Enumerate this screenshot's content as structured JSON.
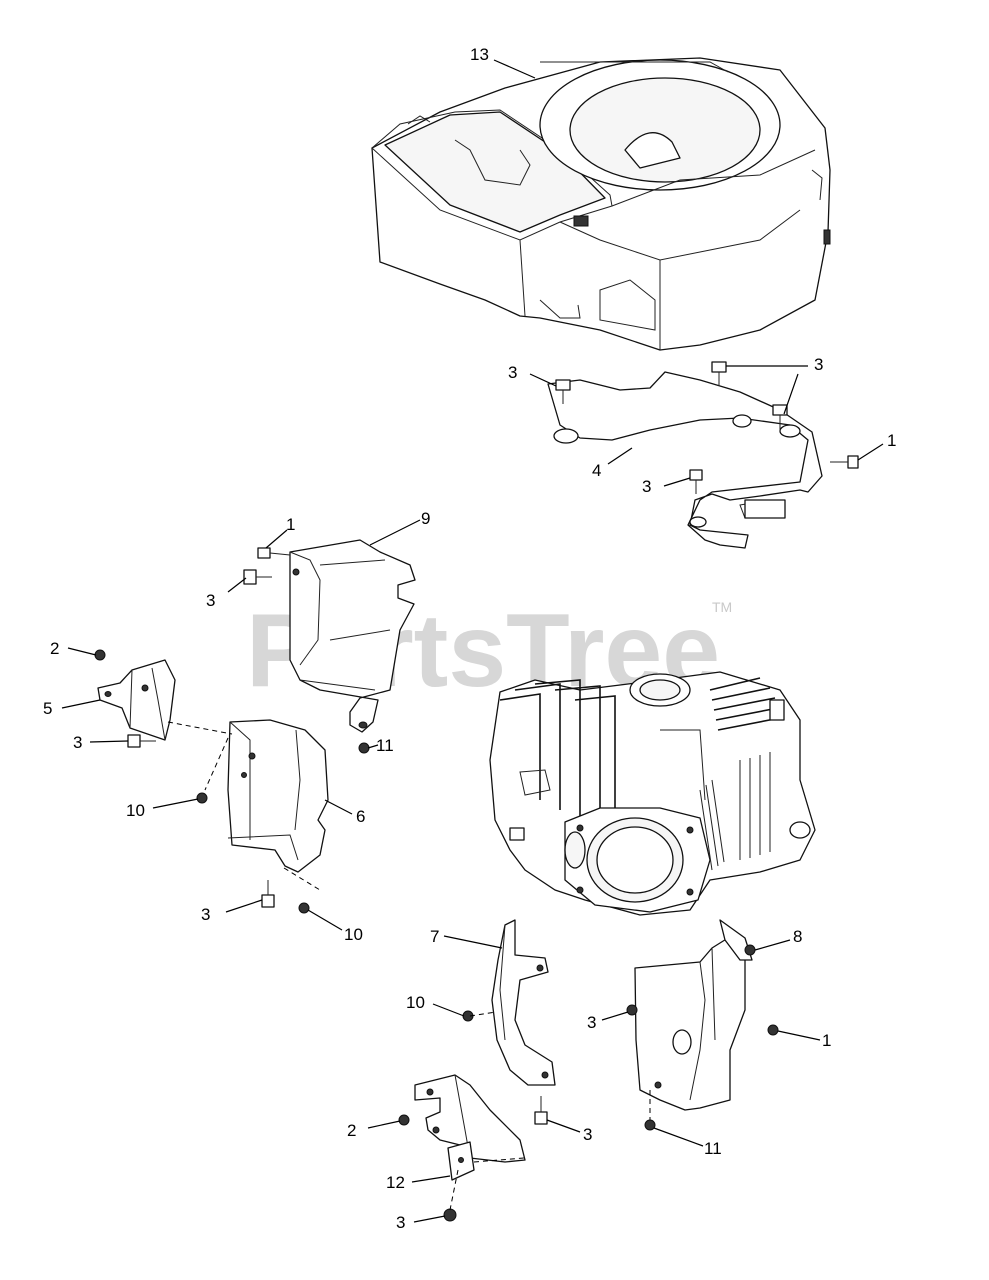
{
  "watermark": {
    "brand": "PartsTree",
    "trademark": "TM"
  },
  "callouts": [
    {
      "id": "c13",
      "label": "13"
    },
    {
      "id": "c3a",
      "label": "3"
    },
    {
      "id": "c3b",
      "label": "3"
    },
    {
      "id": "c1a",
      "label": "1"
    },
    {
      "id": "c4",
      "label": "4"
    },
    {
      "id": "c3c",
      "label": "3"
    },
    {
      "id": "c1b",
      "label": "1"
    },
    {
      "id": "c9",
      "label": "9"
    },
    {
      "id": "c3d",
      "label": "3"
    },
    {
      "id": "c2a",
      "label": "2"
    },
    {
      "id": "c5",
      "label": "5"
    },
    {
      "id": "c11a",
      "label": "11"
    },
    {
      "id": "c3e",
      "label": "3"
    },
    {
      "id": "c10a",
      "label": "10"
    },
    {
      "id": "c6",
      "label": "6"
    },
    {
      "id": "c3f",
      "label": "3"
    },
    {
      "id": "c10b",
      "label": "10"
    },
    {
      "id": "c7",
      "label": "7"
    },
    {
      "id": "c8",
      "label": "8"
    },
    {
      "id": "c10c",
      "label": "10"
    },
    {
      "id": "c3g",
      "label": "3"
    },
    {
      "id": "c1c",
      "label": "1"
    },
    {
      "id": "c2b",
      "label": "2"
    },
    {
      "id": "c3h",
      "label": "3"
    },
    {
      "id": "c11b",
      "label": "11"
    },
    {
      "id": "c12",
      "label": "12"
    },
    {
      "id": "c3i",
      "label": "3"
    }
  ]
}
